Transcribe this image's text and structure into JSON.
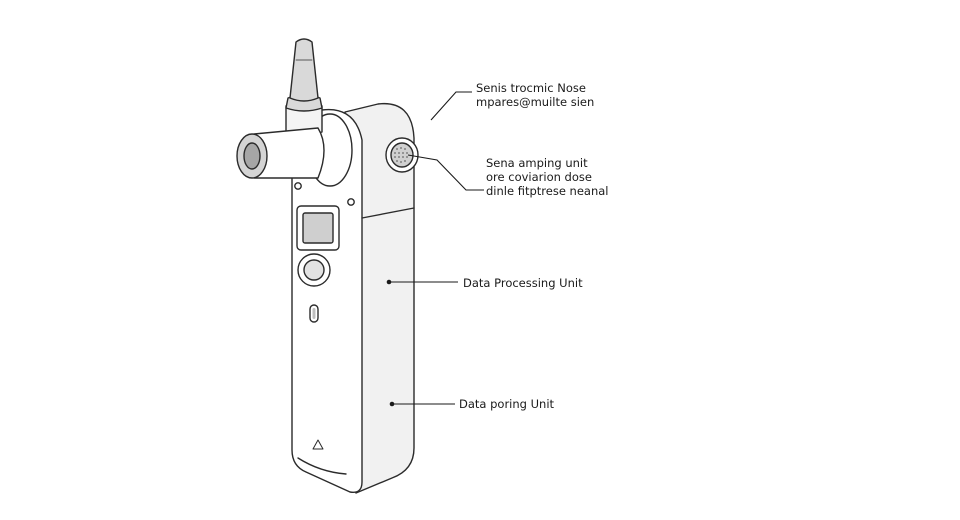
{
  "callouts": {
    "sensor_nose": {
      "lines": [
        "Senis trocmic Nose",
        "mpares@muilte sien"
      ]
    },
    "sampling_unit": {
      "lines": [
        "Sena amping unit",
        "ore coviarion dose",
        "dinle fitptrese neanal"
      ]
    },
    "processing_unit": {
      "lines": [
        "Data Processing Unit"
      ]
    },
    "storage_unit": {
      "lines": [
        "Data poring Unit"
      ]
    }
  },
  "icons": {
    "device_mark": "triangle-icon"
  },
  "colors": {
    "outline": "#2b2b2b",
    "body": "#ffffff",
    "shadow": "#e9e9e9",
    "nozzle": "#d9d9d9",
    "screen": "#cfcfcf"
  }
}
